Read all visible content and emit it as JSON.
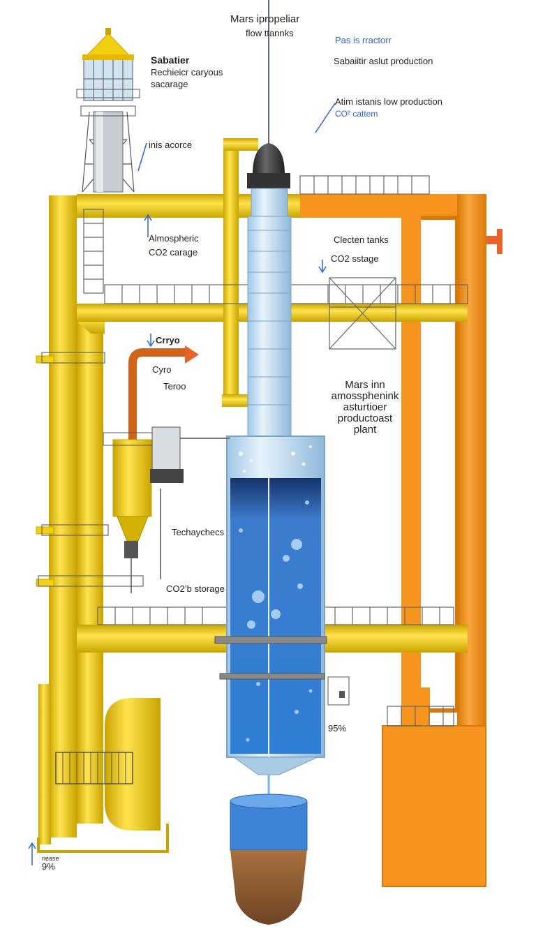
{
  "labels": {
    "title_line1": "Mars ipropeliar",
    "title_line2": "flow ttannks",
    "reactor_label": "Pas is rractorr",
    "sabatier_production": "Sabaiitir aslut production",
    "low_production": "Atim istanis low production",
    "co2_system": "CO² cattem",
    "sabatier_title": "Sabatier",
    "sabatier_sub1": "Rechieicr caryous",
    "sabatier_sub2": "sacarage",
    "source": "inis acorce",
    "atmospheric_line1": "Almospheric",
    "atmospheric_line2": "CO2 carage",
    "clean_tanks": "Clecten tanks",
    "co2_stage": "CO2 sstage",
    "cryo_arrow": "Crryo",
    "cryo": "Cyro",
    "teroo": "Teroo",
    "plant_line1": "Mars inn",
    "plant_line2": "amossphenink",
    "plant_line3": "asturtioer",
    "plant_line4": "productoast",
    "plant_line5": "plant",
    "techaychecs": "Techaychecs",
    "co2_storage": "CO2’b storage",
    "percent_right": "95%",
    "small_label": "riease",
    "percent_left": "9%"
  },
  "colors": {
    "pipe_yellow": "#f2cf0f",
    "pipe_yellow_dark": "#c9a400",
    "frame_orange": "#f7941d",
    "frame_orange_dark": "#d9780a",
    "water_blue": "#2f7fd6",
    "glass_blue": "#cfe6f7",
    "soil_brown": "#8a5a32",
    "accent_blue": "#2c5fd6"
  }
}
